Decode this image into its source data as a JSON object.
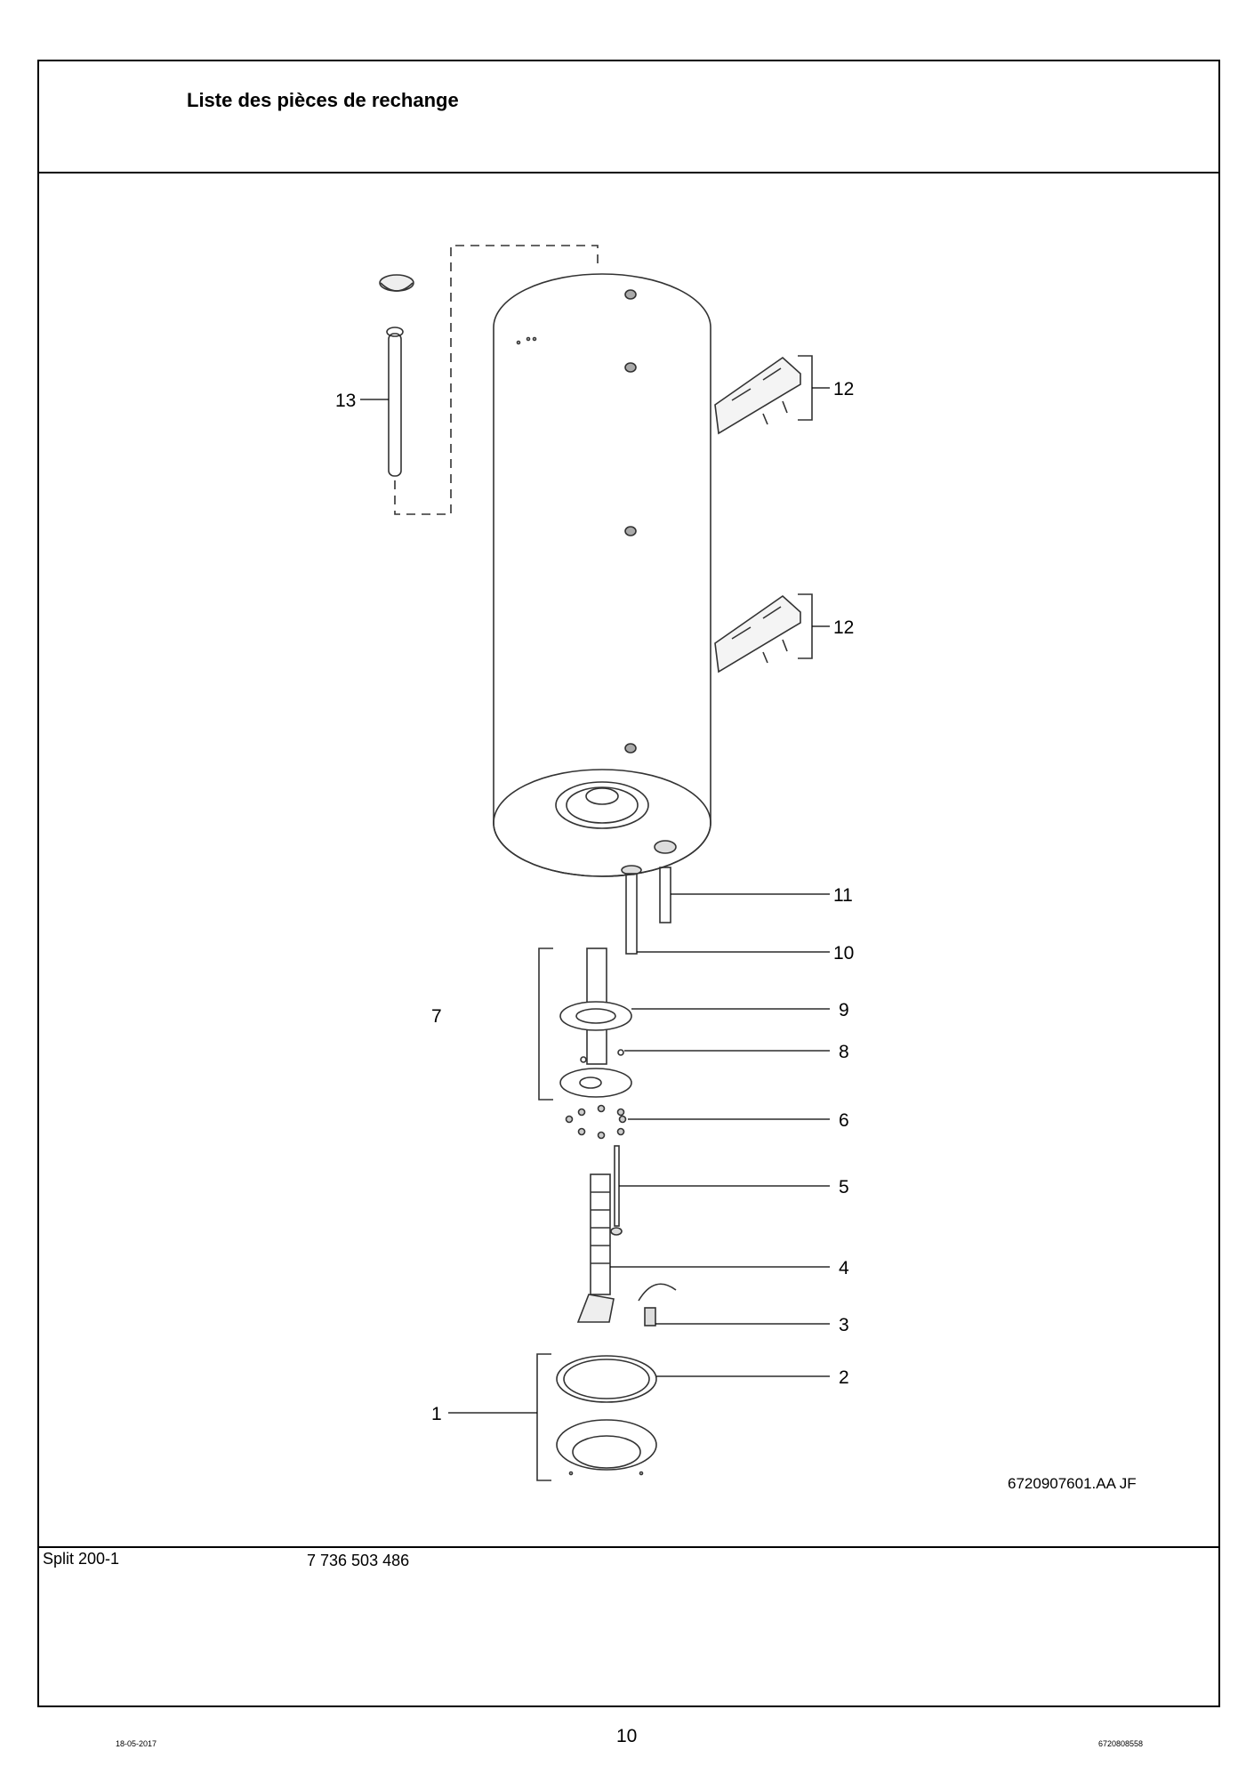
{
  "header": {
    "title": "Liste des pièces de rechange"
  },
  "drawing": {
    "callouts": [
      {
        "id": "c13",
        "label": "13"
      },
      {
        "id": "c12a",
        "label": "12"
      },
      {
        "id": "c12b",
        "label": "12"
      },
      {
        "id": "c11",
        "label": "11"
      },
      {
        "id": "c10",
        "label": "10"
      },
      {
        "id": "c9",
        "label": "9"
      },
      {
        "id": "c8",
        "label": "8"
      },
      {
        "id": "c7",
        "label": "7"
      },
      {
        "id": "c6",
        "label": "6"
      },
      {
        "id": "c5",
        "label": "5"
      },
      {
        "id": "c4",
        "label": "4"
      },
      {
        "id": "c3",
        "label": "3"
      },
      {
        "id": "c2",
        "label": "2"
      },
      {
        "id": "c1",
        "label": "1"
      }
    ],
    "code": "6720907601.AA   JF"
  },
  "footer": {
    "product": "Split 200-1",
    "part_number": "7 736 503 486",
    "date": "18-05-2017",
    "page": "10",
    "doc_id": "6720808558"
  }
}
